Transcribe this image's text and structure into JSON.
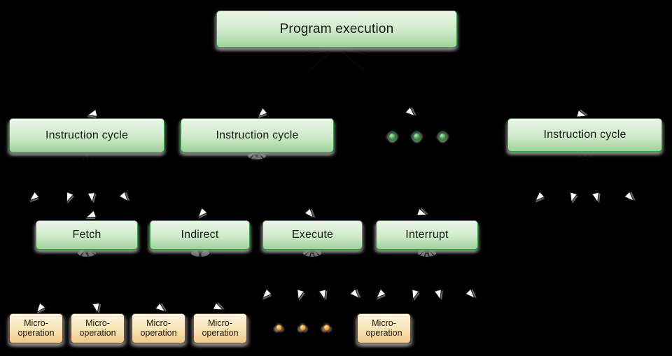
{
  "program_execution": {
    "label": "Program execution"
  },
  "row2": {
    "boxes": [
      {
        "label": "Instruction cycle"
      },
      {
        "label": "Instruction cycle"
      },
      {
        "label": "Instruction cycle"
      }
    ]
  },
  "row3": {
    "boxes": [
      {
        "label": "Fetch"
      },
      {
        "label": "Indirect"
      },
      {
        "label": "Execute"
      },
      {
        "label": "Interrupt"
      }
    ]
  },
  "row4": {
    "label_line1": "Micro-",
    "label_line2": "operation",
    "box_count": 5
  },
  "icons": {
    "arrowhead": "white-triangle-arrowhead",
    "green_dot": "green-sphere-ellipsis-dot",
    "orange_dot": "orange-sphere-ellipsis-dot"
  },
  "colors": {
    "background": "#000000",
    "green_border": "#2fa43c",
    "green_light": "#e9f6e7",
    "green_mid": "#cfeaca",
    "green_dark": "#9fd29a",
    "tan_border": "#5d4c37",
    "tan_light": "#fdf5df",
    "tan_mid": "#f8e3b4",
    "tan_dark": "#eec98c",
    "text_green_box": "#0f1d0f",
    "text_tan_box": "#221505",
    "dot_green": "#3f9e46",
    "dot_orange": "#ee9f33",
    "connector_line": "#0a0a0a",
    "arrow_fill": "#fbfbfb",
    "arrow_outline": "#1b1b1b",
    "arrow_shadow": "#787878"
  }
}
